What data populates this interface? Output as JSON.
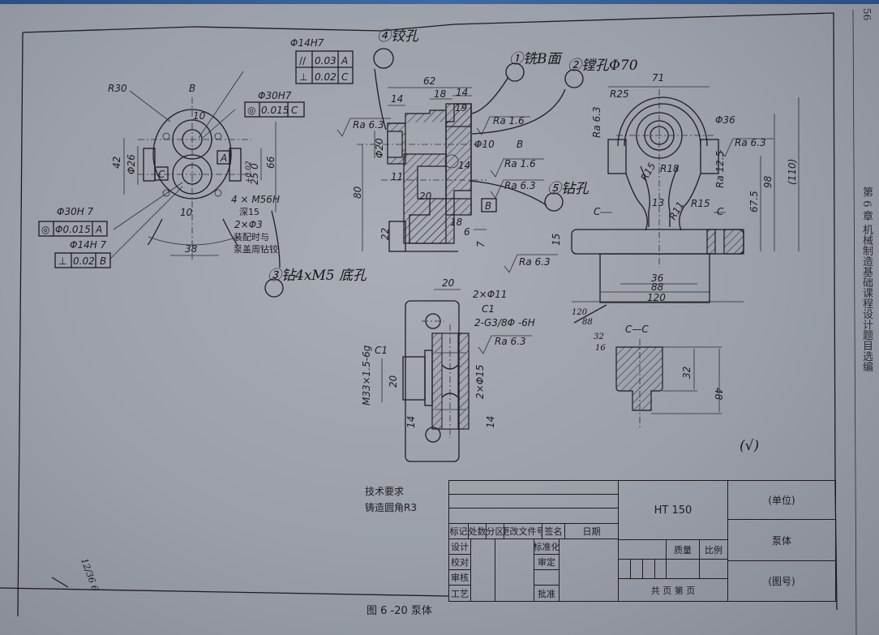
{
  "figure": {
    "caption": "图 6 -20   泵体",
    "page_number": "56",
    "side_title": "第 6 章  机械制造基础课程设计题目选编"
  },
  "technical_requirements": {
    "title": "技术要求",
    "items": [
      "铸造圆角R3"
    ]
  },
  "title_block": {
    "material": "HT 150",
    "unit": "(单位)",
    "part_name": "泵体",
    "drawing_no": "(图号)",
    "header_row": [
      "标记",
      "处数",
      "分区",
      "更改文件号",
      "签名",
      "日期"
    ],
    "left_labels": [
      "设计",
      "校对",
      "审核",
      "工艺"
    ],
    "mid_labels": [
      "标准化",
      "审定",
      "批准"
    ],
    "mass_label": "质量",
    "scale_label": "比例",
    "sheet_label": "共  页  第  页"
  },
  "front_view": {
    "labels": {
      "r30": "R30",
      "b": "B",
      "ten_top": "10",
      "phi30h7_top": "Φ30H7",
      "conc_top": [
        "◎",
        "0.015",
        "C"
      ],
      "phi14h7_top": "Φ14H7",
      "fcf_top_row1": [
        "//",
        "0.03",
        "A"
      ],
      "fcf_top_row2": [
        "⊥",
        "0.02",
        "C"
      ],
      "d42": "42",
      "d26": "Φ26",
      "datum_a": "A",
      "datum_c": "C",
      "d25": "25 0",
      "tol": "+0.02",
      "d66": "66",
      "thread": "4 × M56H",
      "depth": "深15",
      "pins": "2×Φ3",
      "note1": "装配时与",
      "note2": "泵盖周钻铰",
      "ten_bot": "10",
      "d38": "38",
      "phi30h7_bot": "Φ30H 7",
      "fcf_bot1": [
        "◎",
        "Φ0.015",
        "A"
      ],
      "phi14h7_bot": "Φ14H 7",
      "fcf_bot2": [
        "⊥",
        "0.02",
        "B"
      ]
    }
  },
  "section_view": {
    "labels": {
      "d62": "62",
      "d14a": "14",
      "d18": "18",
      "d14b": "14",
      "d19": "19",
      "ra63a": "Ra 6.3",
      "ra16a": "Ra 1.6",
      "phi20": "Φ20",
      "phi10": "Φ10",
      "b_arrow": "B",
      "d14c": "14",
      "ra16b": "Ra 1.6",
      "ra63b": "Ra 6.3",
      "d11": "11",
      "d20": "20",
      "datum_b": "B",
      "d80": "80",
      "d18b": "18",
      "d22": "22",
      "d6": "6",
      "d7": "7",
      "ra63c": "Ra 6.3"
    }
  },
  "side_view": {
    "labels": {
      "d71": "71",
      "r25": "R25",
      "ra63l": "Ra 6.3",
      "phi36": "Φ36",
      "ra63r": "Ra 6.3",
      "r15a": "R15",
      "r18": "R18",
      "ra125": "Ra 12.5",
      "d98": "98",
      "d110": "(110)",
      "d675": "67.5",
      "d13": "13",
      "r11": "R11",
      "r15b": "R15",
      "c_left": "C",
      "c_right": "C",
      "d15": "15",
      "d36": "36",
      "d88": "88",
      "d120": "120"
    }
  },
  "bottom_view": {
    "labels": {
      "d20": "20",
      "holes": "2×Φ11",
      "c1a": "C1",
      "pipe": "2-G3/8Φ -6H",
      "ra63": "Ra 6.3",
      "c1b": "C1",
      "m33": "M33×1.5-6g",
      "d20b": "20",
      "phi15": "2×Φ15",
      "d14l": "14",
      "d14r": "14"
    }
  },
  "section_cc": {
    "title": "C—C",
    "d32": "32",
    "d48": "48"
  },
  "general_finish": "(√)",
  "handwritten": {
    "step1": "①铣B面",
    "step2": "②镗孔Φ70",
    "step3": "③钻4xM5 底孔",
    "step4": "④铰孔",
    "step5": "⑤钻孔",
    "calc": [
      "120",
      "88",
      "32",
      "16"
    ],
    "corner": "12/36 6"
  }
}
